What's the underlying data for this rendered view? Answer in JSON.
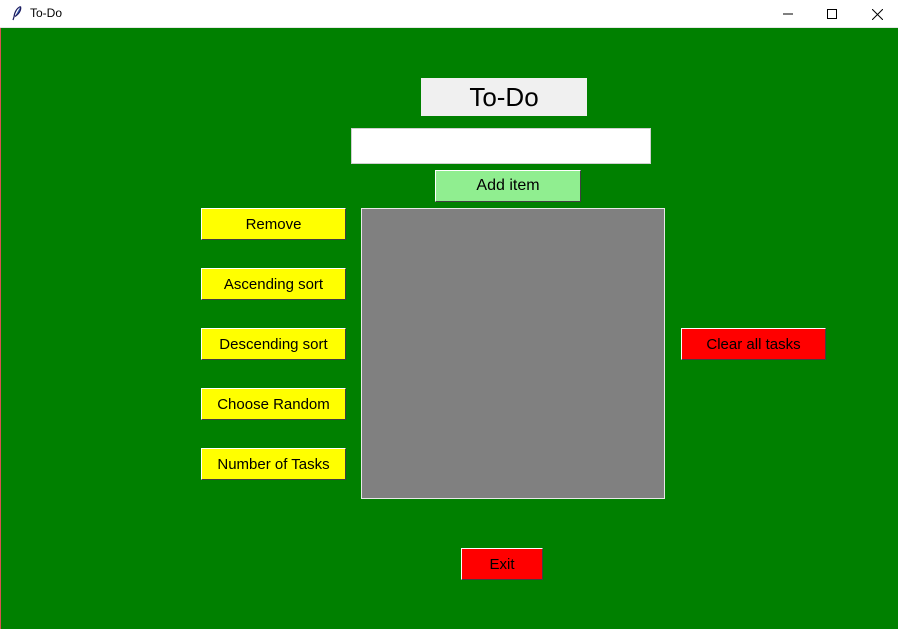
{
  "window": {
    "title": "To-Do",
    "icon": "feather-icon",
    "controls": [
      "minimize-icon",
      "maximize-icon",
      "close-icon"
    ]
  },
  "app": {
    "heading": "To-Do",
    "input": {
      "value": "",
      "placeholder": ""
    },
    "add_label": "Add item",
    "left_buttons": [
      {
        "name": "remove-button",
        "label": "Remove"
      },
      {
        "name": "ascending-sort-button",
        "label": "Ascending sort"
      },
      {
        "name": "descending-sort-button",
        "label": "Descending sort"
      },
      {
        "name": "choose-random-button",
        "label": "Choose Random"
      },
      {
        "name": "number-of-tasks-button",
        "label": "Number of Tasks"
      }
    ],
    "tasks": [],
    "clear_label": "Clear all tasks",
    "exit_label": "Exit"
  },
  "colors": {
    "background": "#008000",
    "yellow_button": "#ffff00",
    "red_button": "#ff0000",
    "add_button": "#90ee90",
    "listbox": "#808080"
  }
}
